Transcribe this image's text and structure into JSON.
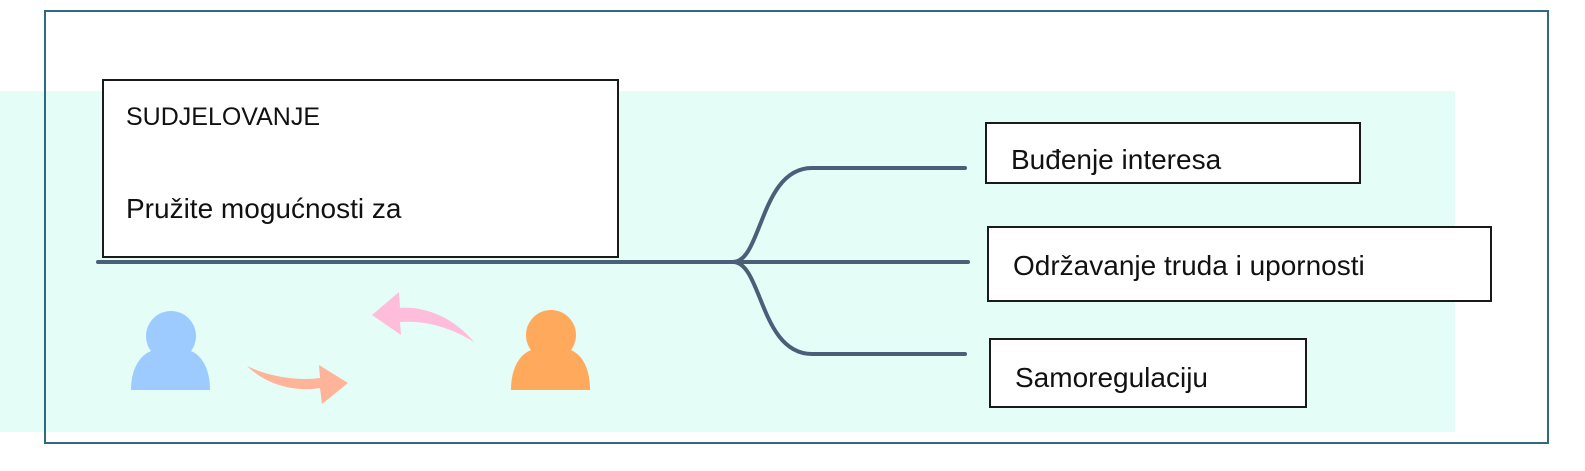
{
  "diagram": {
    "main_topic": {
      "title": "SUDJELOVANJE",
      "subtitle": "Pružite mogućnosti za"
    },
    "branches": [
      {
        "label": "Buđenje interesa"
      },
      {
        "label": "Održavanje truda i upornosti"
      },
      {
        "label": "Samoregulaciju"
      }
    ],
    "icons": [
      {
        "name": "person-icon",
        "color": "#9ecbff"
      },
      {
        "name": "arrow-right-icon",
        "color": "#ffb49a"
      },
      {
        "name": "arrow-left-icon",
        "color": "#ffbcdb"
      },
      {
        "name": "person-icon",
        "color": "#ffa95c"
      }
    ],
    "colors": {
      "background_band": "#e4fdf7",
      "frame_border": "#2e6a80",
      "connector": "#4a5f78"
    }
  }
}
